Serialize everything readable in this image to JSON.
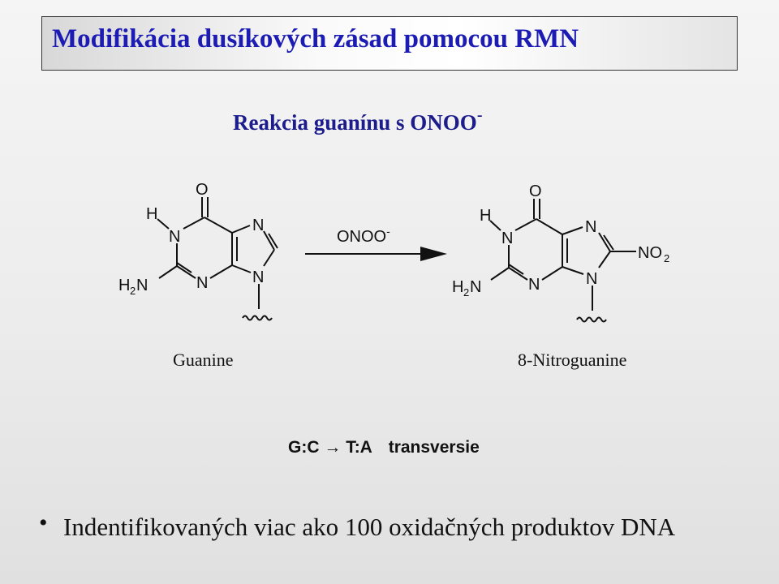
{
  "slide": {
    "title": "Modifikácia dusíkových zásad pomocou RMN",
    "subtitle": {
      "text": "Reakcia guanínu s ONOO",
      "superscript": "-"
    },
    "scheme": {
      "reactant": {
        "name": "Guanine",
        "atoms": {
          "o": "O",
          "h": "H",
          "n1": "N",
          "n3": "N",
          "n7": "N",
          "n9": "N",
          "h2": "H",
          "h2_sub": "2",
          "n2": "N"
        }
      },
      "reagent": {
        "label": "ONOO",
        "superscript": "-"
      },
      "product": {
        "name": "8-Nitroguanine",
        "atoms": {
          "o": "O",
          "h": "H",
          "n1": "N",
          "n3": "N",
          "n7": "N",
          "n9": "N",
          "h2": "H",
          "h2_sub": "2",
          "n2": "N",
          "no": "NO",
          "no_sub": "2"
        }
      }
    },
    "transversion": {
      "from": "G:C",
      "arrow": "→",
      "to": "T:A",
      "label": "transversie"
    },
    "bullet": {
      "symbol": "•",
      "text": "Indentifikovaných viac ako 100 oxidačných produktov DNA"
    },
    "colors": {
      "title": "#1c1cb4",
      "subtitle": "#1c1c8c",
      "text": "#111111"
    }
  }
}
